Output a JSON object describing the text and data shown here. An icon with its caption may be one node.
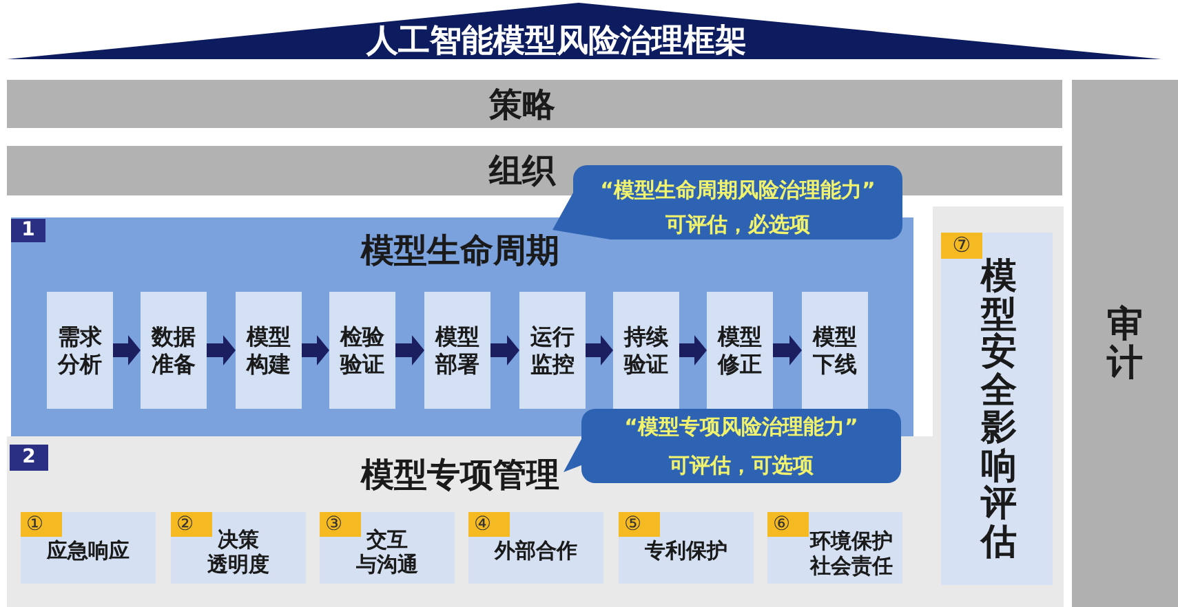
{
  "diagram": {
    "title": "人工智能模型风险治理框架",
    "nodes": [
      {
        "text": [
          "策略"
        ]
      },
      {
        "text": [
          "组织"
        ]
      },
      {
        "text": [
          "“模型生命周期风险治理能力”",
          "可评估，必选项"
        ]
      },
      {
        "text": [
          "1",
          "模型生命周期"
        ]
      },
      {
        "text": [
          "需求分析"
        ],
        "in": 3
      },
      {
        "text": [
          "数据准备"
        ],
        "in": 3
      },
      {
        "text": [
          "模型构建"
        ],
        "in": 3
      },
      {
        "text": [
          "检验验证"
        ],
        "in": 3
      },
      {
        "text": [
          "模型部署"
        ],
        "in": 3
      },
      {
        "text": [
          "运行监控"
        ],
        "in": 3
      },
      {
        "text": [
          "持续验证"
        ],
        "in": 3
      },
      {
        "text": [
          "模型修正"
        ],
        "in": 3
      },
      {
        "text": [
          "模型下线"
        ],
        "in": 3
      },
      {
        "text": [
          "“模型专项风险治理能力”",
          "可评估，可选项"
        ]
      },
      {
        "text": [
          "2",
          "模型专项管理"
        ]
      },
      {
        "text": [
          "①",
          "应急响应"
        ],
        "in": 14
      },
      {
        "text": [
          "②",
          "决策透明度"
        ],
        "in": 14
      },
      {
        "text": [
          "③",
          "交互与沟通"
        ],
        "in": 14
      },
      {
        "text": [
          "④",
          "外部合作"
        ],
        "in": 14
      },
      {
        "text": [
          "⑤",
          "专利保护"
        ],
        "in": 14
      },
      {
        "text": [
          "⑥",
          "环境保护社会责任"
        ],
        "in": 14
      },
      {
        "text": [
          "⑦",
          "模型安全影响评估"
        ]
      },
      {
        "text": [
          "审计"
        ]
      }
    ],
    "edges": [
      {
        "from": 4,
        "to": 5,
        "arrow": "to"
      },
      {
        "from": 5,
        "to": 6,
        "arrow": "to"
      },
      {
        "from": 6,
        "to": 7,
        "arrow": "to"
      },
      {
        "from": 7,
        "to": 8,
        "arrow": "to"
      },
      {
        "from": 8,
        "to": 9,
        "arrow": "to"
      },
      {
        "from": 9,
        "to": 10,
        "arrow": "to"
      },
      {
        "from": 10,
        "to": 11,
        "arrow": "to"
      },
      {
        "from": 11,
        "to": 12,
        "arrow": "to"
      }
    ]
  }
}
